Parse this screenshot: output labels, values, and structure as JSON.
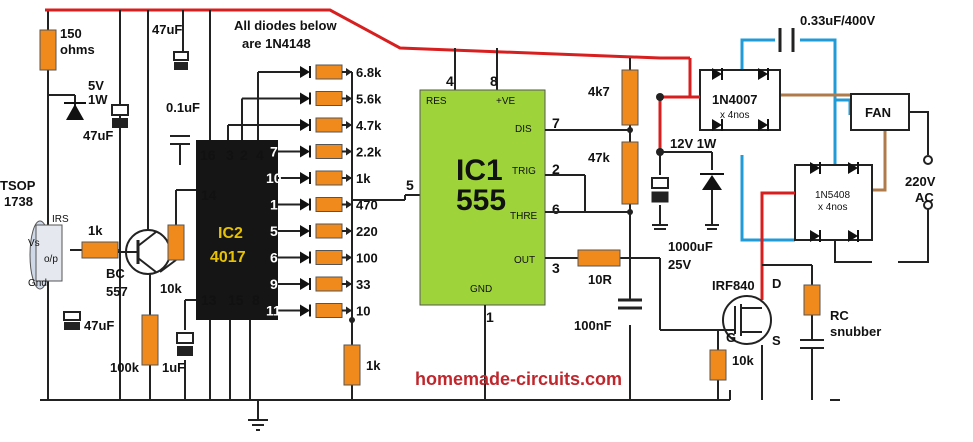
{
  "labels": {
    "r150": "150",
    "r150_unit": "ohms",
    "zener5v": "5V",
    "zener5v_w": "1W",
    "c47_top": "47uF",
    "c47_left": "47uF",
    "c47_bottom": "47uF",
    "c01": "0.1uF",
    "c1uf": "1uF",
    "tsop": "TSOP",
    "tsop_num": "1738",
    "irs": "IRS",
    "vs": "Vs",
    "op": "o/p",
    "gnd_sensor": "Gnd",
    "r1k_in": "1k",
    "bc": "BC",
    "bc_num": "557",
    "r10k_left": "10k",
    "r100k": "100k",
    "diodes_note_1": "All diodes below",
    "diodes_note_2": "are 1N4148",
    "ic2_name": "IC2",
    "ic2_part": "4017",
    "ic1_name": "IC1",
    "ic1_part": "555",
    "res": "RES",
    "ve": "+VE",
    "dis": "DIS",
    "trig": "TRIG",
    "thre": "THRE",
    "out": "OUT",
    "gnd": "GND",
    "r4k7": "4k7",
    "r47k": "47k",
    "r10r": "10R",
    "c100nf": "100nF",
    "r1k_bottom": "1k",
    "zener12": "12V 1W",
    "c1000": "1000uF",
    "v25": "25V",
    "cap_top": "0.33uF/400V",
    "bridge1": "1N4007",
    "bridge1_sub": "x 4nos",
    "bridge2": "1N5408",
    "bridge2_sub": "x 4nos",
    "fan": "FAN",
    "ac1": "220V",
    "ac2": "AC",
    "mosfet": "IRF840",
    "d": "D",
    "s": "S",
    "g": "G",
    "r10k_gate": "10k",
    "rc1": "RC",
    "rc2": "snubber",
    "website": "homemade-circuits.com"
  },
  "ic2_left_pins": [
    "16",
    "3",
    "2",
    "4",
    "14",
    "13",
    "15",
    "8"
  ],
  "ic2_right_pins": [
    "7",
    "10",
    "1",
    "5",
    "6",
    "9",
    "11"
  ],
  "ic1_pins": {
    "p4": "4",
    "p8": "8",
    "p7": "7",
    "p2": "2",
    "p6": "6",
    "p3": "3",
    "p1": "1",
    "p5": "5"
  },
  "ladder": [
    {
      "pin": "",
      "value": "6.8k"
    },
    {
      "pin": "",
      "value": "5.6k"
    },
    {
      "pin": "",
      "value": "4.7k"
    },
    {
      "pin": "7",
      "value": "2.2k"
    },
    {
      "pin": "10",
      "value": "1k"
    },
    {
      "pin": "1",
      "value": "470"
    },
    {
      "pin": "5",
      "value": "220"
    },
    {
      "pin": "6",
      "value": "100"
    },
    {
      "pin": "9",
      "value": "33"
    },
    {
      "pin": "11",
      "value": "10"
    }
  ],
  "colors": {
    "resistor": "#f08a1c",
    "ic555": "#9ed43a",
    "ic4017": "#151515",
    "wire": "#222222",
    "power_wire": "#d71f1f",
    "ac_wire": "#1f9bd7",
    "brown_wire": "#b07a4a",
    "website": "#c0272d"
  }
}
